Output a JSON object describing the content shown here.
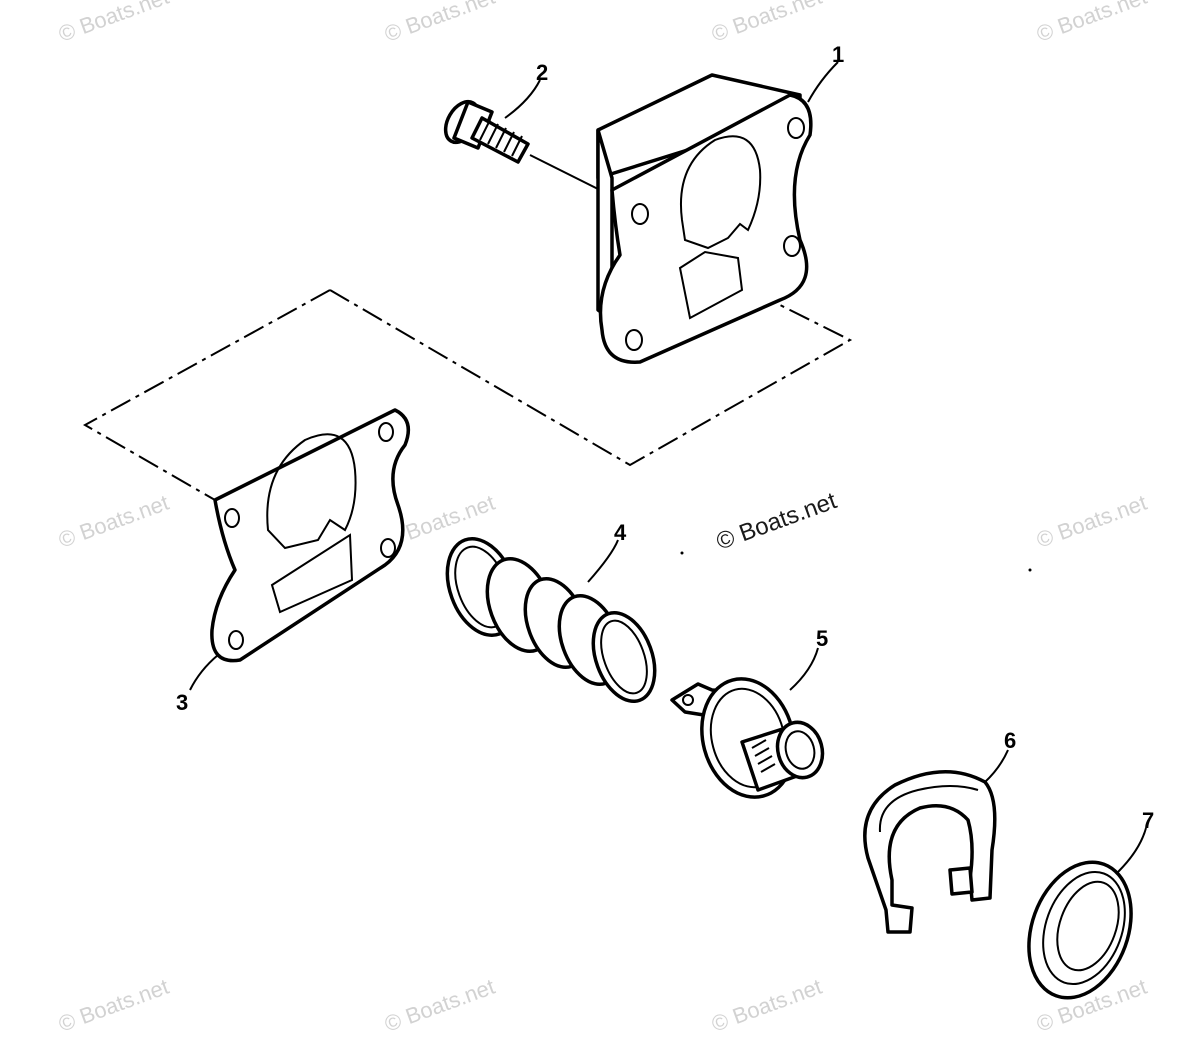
{
  "watermark": {
    "text": "© Boats.net"
  },
  "parts": [
    {
      "id": "part-1",
      "label": "1",
      "icon": "thermostat-housing-icon"
    },
    {
      "id": "part-2",
      "label": "2",
      "icon": "screw-icon"
    },
    {
      "id": "part-3",
      "label": "3",
      "icon": "gasket-icon"
    },
    {
      "id": "part-4",
      "label": "4",
      "icon": "spring-icon"
    },
    {
      "id": "part-5",
      "label": "5",
      "icon": "thermostat-icon"
    },
    {
      "id": "part-6",
      "label": "6",
      "icon": "retainer-clip-icon"
    },
    {
      "id": "part-7",
      "label": "7",
      "icon": "seal-ring-icon"
    }
  ]
}
